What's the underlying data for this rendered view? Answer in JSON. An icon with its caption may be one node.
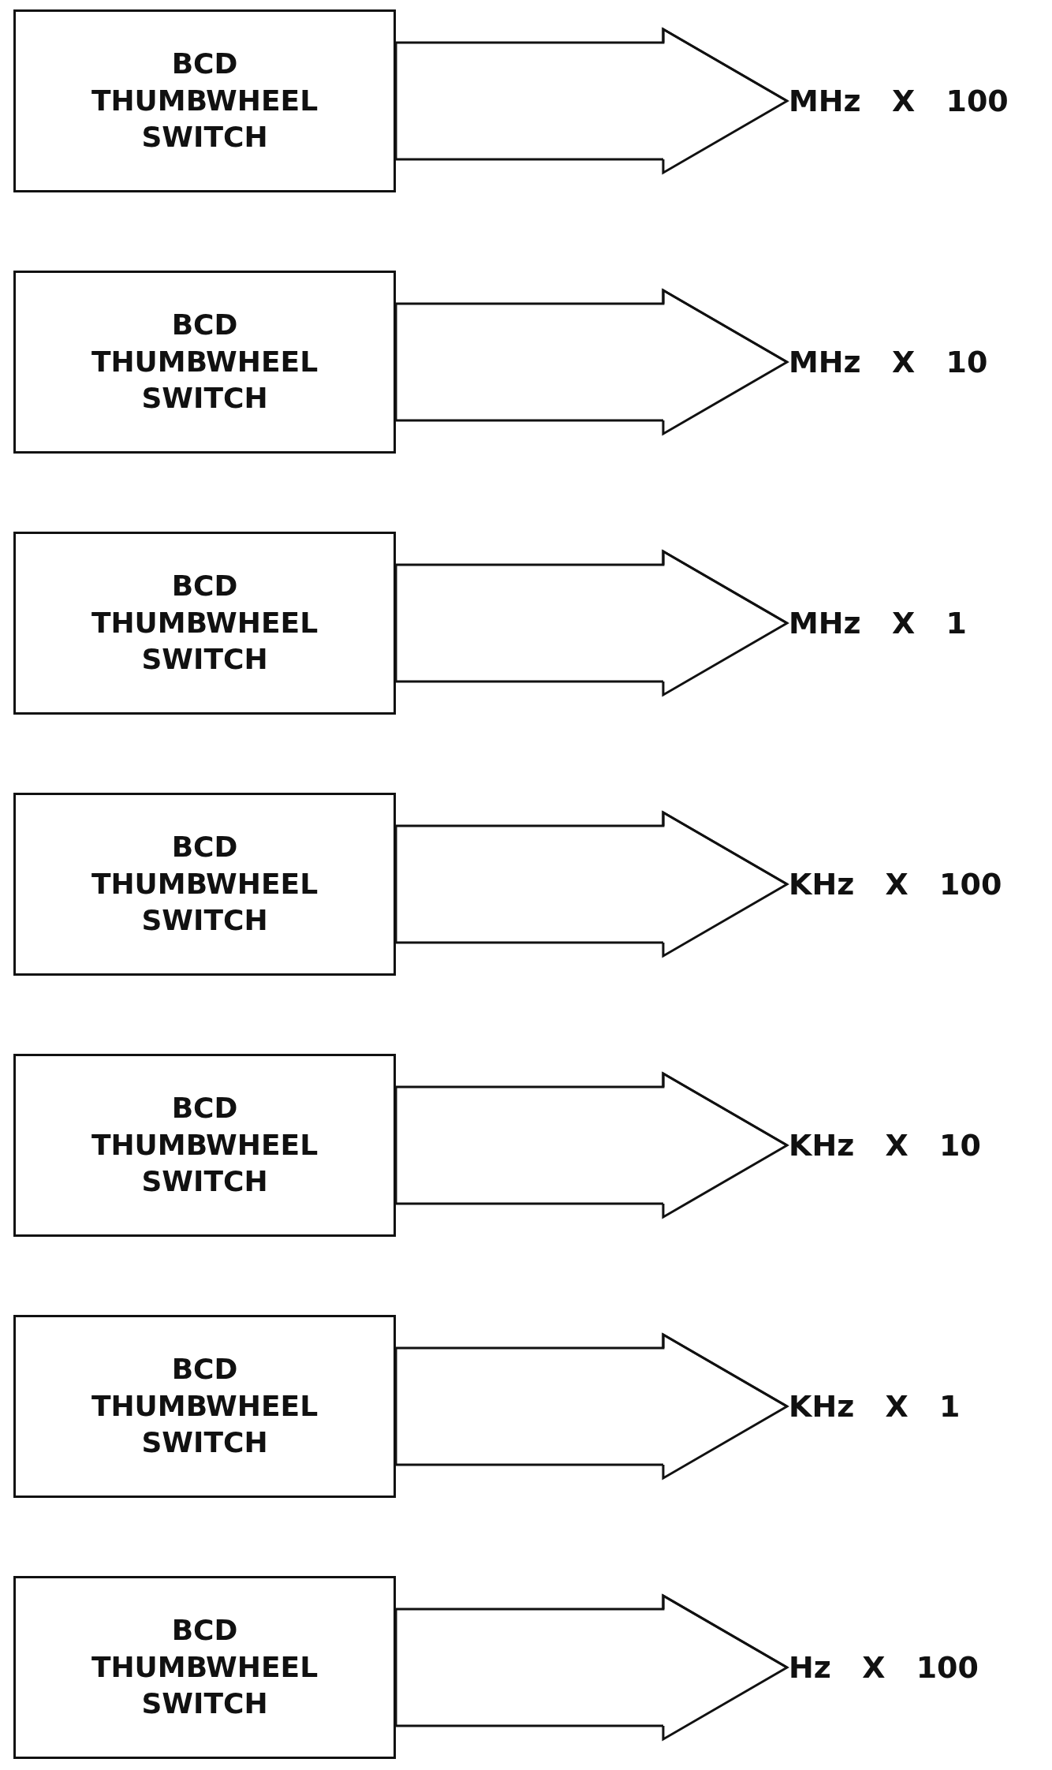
{
  "diagram": {
    "nodes": [
      {
        "text": [
          "BCD THUMBWHEEL SWITCH"
        ]
      },
      {
        "text": [
          "MHz X 100"
        ]
      },
      {
        "text": [
          "BCD THUMBWHEEL SWITCH"
        ]
      },
      {
        "text": [
          "MHz X 10"
        ]
      },
      {
        "text": [
          "BCD THUMBWHEEL SWITCH"
        ]
      },
      {
        "text": [
          "MHz X 1"
        ]
      },
      {
        "text": [
          "BCD THUMBWHEEL SWITCH"
        ]
      },
      {
        "text": [
          "KHz X 100"
        ]
      },
      {
        "text": [
          "BCD THUMBWHEEL SWITCH"
        ]
      },
      {
        "text": [
          "KHz X 10"
        ]
      },
      {
        "text": [
          "BCD THUMBWHEEL SWITCH"
        ]
      },
      {
        "text": [
          "KHz X 1"
        ]
      },
      {
        "text": [
          "BCD THUMBWHEEL SWITCH"
        ]
      },
      {
        "text": [
          "Hz X 100"
        ]
      }
    ],
    "edges": [
      {
        "from": 0,
        "to": 1,
        "arrow": "to"
      },
      {
        "from": 2,
        "to": 3,
        "arrow": "to"
      },
      {
        "from": 4,
        "to": 5,
        "arrow": "to"
      },
      {
        "from": 6,
        "to": 7,
        "arrow": "to"
      },
      {
        "from": 8,
        "to": 9,
        "arrow": "to"
      },
      {
        "from": 10,
        "to": 11,
        "arrow": "to"
      },
      {
        "from": 12,
        "to": 13,
        "arrow": "to"
      }
    ]
  }
}
